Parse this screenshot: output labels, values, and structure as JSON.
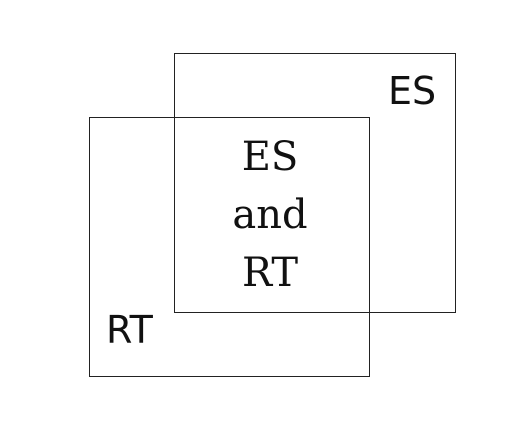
{
  "diagram": {
    "sets": [
      {
        "label": "ES"
      },
      {
        "label": "RT"
      }
    ],
    "intersection": {
      "lines": [
        "ES",
        "and",
        "RT"
      ]
    }
  }
}
